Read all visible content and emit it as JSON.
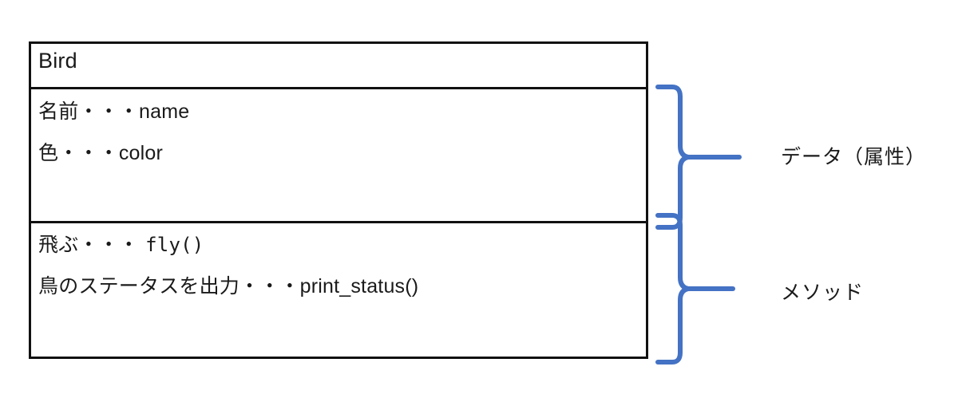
{
  "diagram": {
    "title": "Bird",
    "class_box": {
      "name": "Bird",
      "attributes": [
        {
          "japanese": "名前・・・",
          "identifier": "name"
        },
        {
          "japanese": "色・・・",
          "identifier": "color"
        }
      ],
      "methods": [
        {
          "japanese": "飛ぶ・・・ ",
          "identifier": "fly()"
        },
        {
          "japanese": "鳥のステータスを出力・・・",
          "identifier": "print_status()"
        }
      ]
    },
    "annotations": [
      {
        "label": "データ（属性）",
        "target": "attributes"
      },
      {
        "label": "メソッド",
        "target": "methods"
      }
    ],
    "colors": {
      "brace": "#4472C4",
      "border": "#111111",
      "text": "#1a1a1a",
      "background": "#ffffff"
    }
  }
}
